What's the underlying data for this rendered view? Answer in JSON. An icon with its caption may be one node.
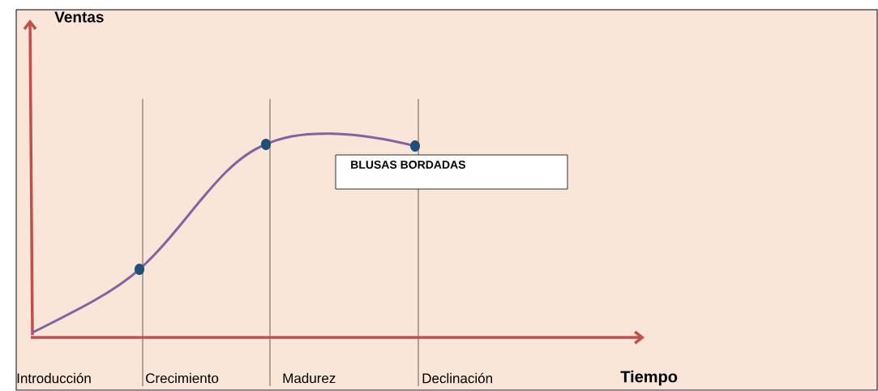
{
  "diagram": {
    "nodes": [
      {
        "text": [
          "BLUSAS BORDADAS"
        ]
      }
    ],
    "labels": [
      "Ventas",
      "Introducción",
      "Crecimiento",
      "Madurez",
      "Declinación",
      "Tiempo"
    ]
  }
}
